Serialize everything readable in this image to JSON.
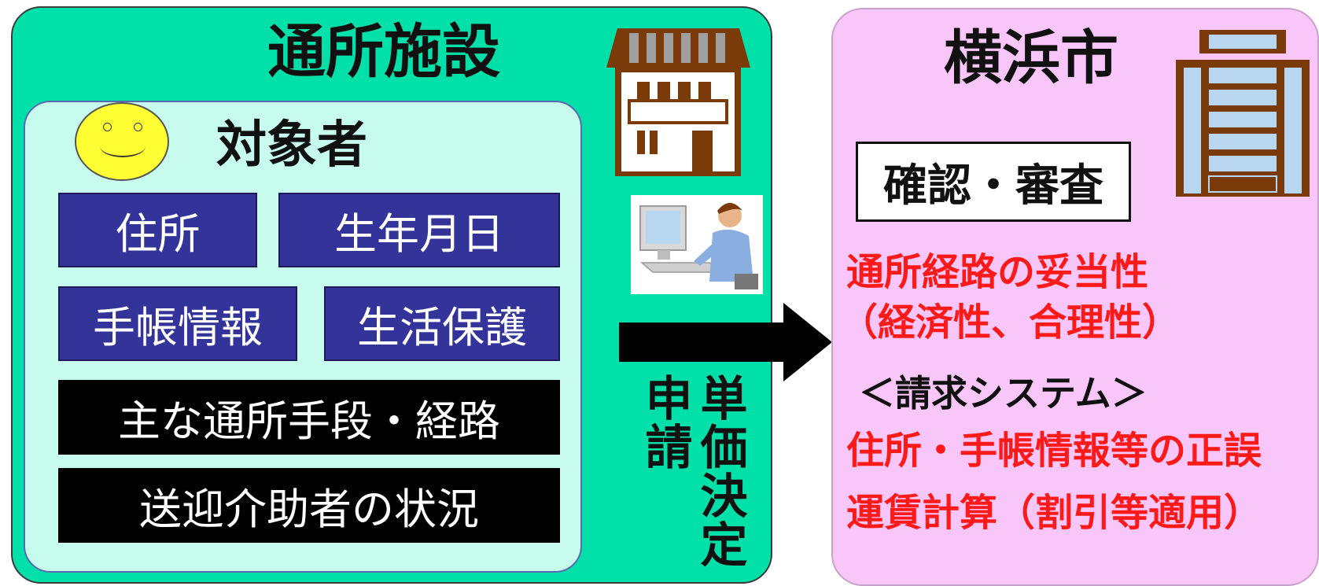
{
  "facility": {
    "title": "通所施設",
    "subject": {
      "title": "対象者",
      "items": [
        "住所",
        "生年月日",
        "手帳情報",
        "生活保護",
        "主な通所手段・経路",
        "送迎介助者の状況"
      ]
    }
  },
  "flow": {
    "apply_label": "申請",
    "price_label": "単価決定"
  },
  "city": {
    "title": "横浜市",
    "review_label": "確認・審査",
    "validity_line1": "通所経路の妥当性",
    "validity_line2": "（経済性、合理性）",
    "system_label": "＜請求システム＞",
    "check_line": "住所・手帳情報等の正誤",
    "fare_line": "運賃計算（割引等適用）"
  },
  "colors": {
    "facility_panel": "#00e0a8",
    "subject_panel": "#c6fbee",
    "city_panel": "#f9c6f9",
    "chip_blue": "#333399",
    "chip_black": "#000000",
    "accent_red": "#ff1a1a"
  },
  "icons": [
    "facility-building-icon",
    "smiley-face-icon",
    "computer-user-icon",
    "city-hall-building-icon",
    "right-arrow-icon"
  ]
}
